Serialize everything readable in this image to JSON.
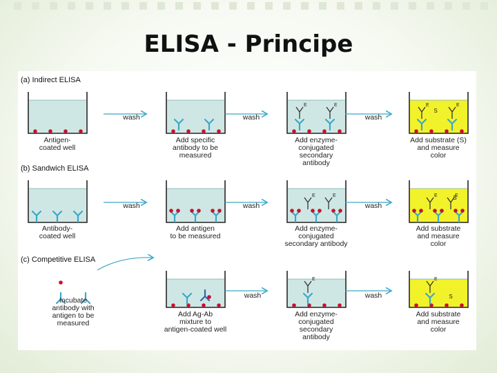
{
  "slide": {
    "title": "ELISA - Principe"
  },
  "diagram": {
    "sections": [
      {
        "heading": "(a) Indirect ELISA",
        "arrows": [
          "wash",
          "wash",
          "wash"
        ],
        "steps": [
          [
            "Antigen-",
            "coated well"
          ],
          [
            "Add specific",
            "antibody to be",
            "measured"
          ],
          [
            "Add enzyme-",
            "conjugated",
            "secondary",
            "antibody"
          ],
          [
            "Add substrate (S)",
            "and measure",
            "color"
          ]
        ]
      },
      {
        "heading": "(b) Sandwich ELISA",
        "arrows": [
          "wash",
          "wash",
          "wash"
        ],
        "steps": [
          [
            "Antibody-",
            "coated well"
          ],
          [
            "Add antigen",
            "to be measured"
          ],
          [
            "Add enzyme-",
            "conjugated",
            "secondary antibody"
          ],
          [
            "Add substrate",
            "and measure",
            "color"
          ]
        ]
      },
      {
        "heading": "(c) Competitive ELISA",
        "arrows": [
          "wash",
          "wash"
        ],
        "steps": [
          [
            "Incubate",
            "antibody with",
            "antigen to be",
            "measured"
          ],
          [
            "Add Ag-Ab",
            "mixture to",
            "antigen-coated well"
          ],
          [
            "Add enzyme-",
            "conjugated",
            "secondary",
            "antibody"
          ],
          [
            "Add substrate",
            "and measure",
            "color"
          ]
        ]
      }
    ],
    "well_marks": {
      "enzyme": "E",
      "substrate": "S"
    },
    "colors": {
      "liquid": "#cfe7e4",
      "substrate_liquid": "#f2f22a",
      "antigen": "#c8102e",
      "antibody": "#3aa8c8",
      "arrow": "#3aa8c8",
      "well_wall": "#222222"
    }
  }
}
